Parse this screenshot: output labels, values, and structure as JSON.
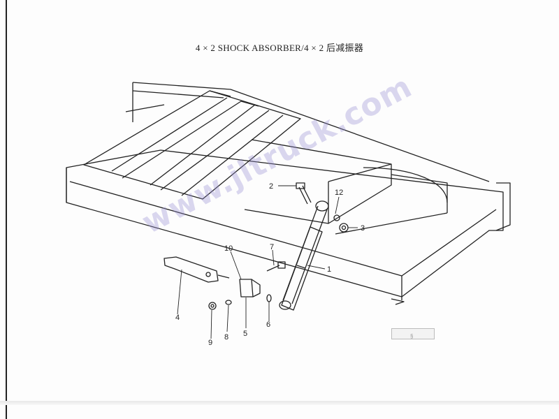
{
  "title": "4 × 2 SHOCK ABSORBER/4 × 2 后减振器",
  "watermark": "www.jltruck.com",
  "footer": {
    "box_text": "§"
  },
  "callouts": [
    "1",
    "2",
    "3",
    "4",
    "5",
    "6",
    "7",
    "8",
    "9",
    "10",
    "12"
  ],
  "colors": {
    "line": "#222222",
    "watermark": "#968cd2",
    "paper": "#fdfdfd"
  }
}
